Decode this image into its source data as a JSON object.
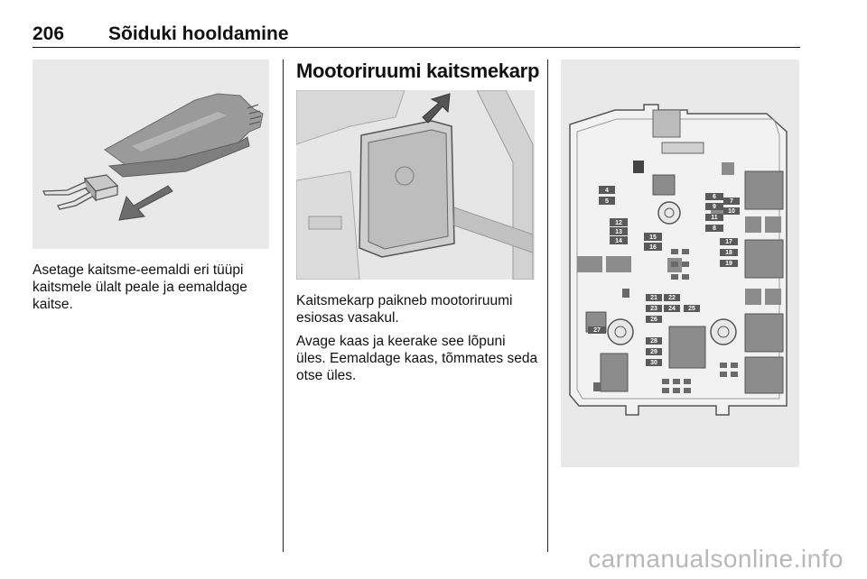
{
  "header": {
    "page_number": "206",
    "chapter_title": "Sõiduki hooldamine"
  },
  "left_column": {
    "caption": "Asetage kaitsme-eemaldi eri tüüpi kaitsmele ülalt peale ja eemaldage kaitse."
  },
  "middle_column": {
    "section_title": "Mootoriruumi kaitsmekarp",
    "paragraphs": [
      "Kaitsmekarp paikneb mootoriruumi esiosas vasakul.",
      "Avage kaas ja keerake see lõpuni üles. Eemaldage kaas, tõmmates seda otse üles."
    ]
  },
  "fuse_diagram": {
    "labels_left": [
      "4",
      "5",
      "12",
      "13",
      "14"
    ],
    "labels_center": [
      "15",
      "16"
    ],
    "labels_right": [
      "6",
      "9",
      "11",
      "7",
      "10",
      "8",
      "17",
      "18",
      "19"
    ],
    "labels_lower": [
      "21",
      "22",
      "23",
      "24",
      "25",
      "26",
      "27",
      "28",
      "29",
      "30"
    ]
  },
  "watermark": "carmanualsonline.info",
  "colors": {
    "figure_bg": "#e9e9e9",
    "box_fill": "#f2f2f2",
    "fuse_dark": "#5a5a5a",
    "relay_gray": "#8c8c8c"
  }
}
